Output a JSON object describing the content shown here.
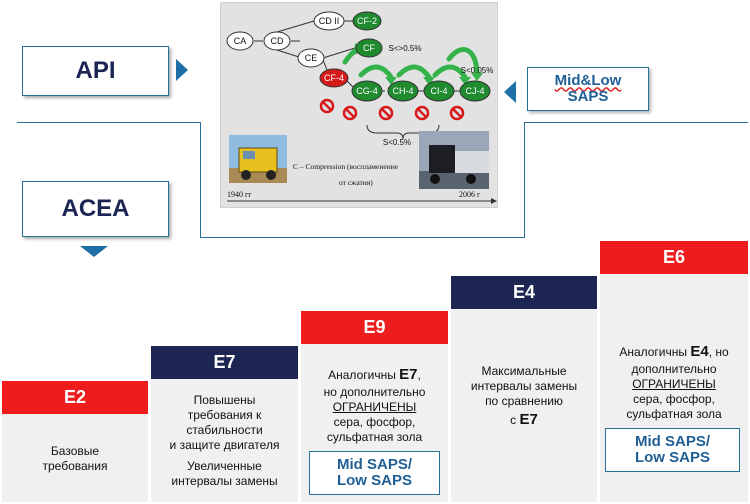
{
  "nav": {
    "api_label": "API",
    "acea_label": "ACEA",
    "mid_low_saps": {
      "line1": "Mid&Low",
      "line2": "SAPS"
    }
  },
  "picture": {
    "nodes": [
      {
        "label": "CA",
        "color": "#ffffff"
      },
      {
        "label": "CD",
        "color": "#ffffff"
      },
      {
        "label": "CD II",
        "color": "#ffffff"
      },
      {
        "label": "CE",
        "color": "#ffffff"
      },
      {
        "label": "CF-2",
        "color": "#1f8a2e"
      },
      {
        "label": "CF",
        "color": "#1f8a2e"
      },
      {
        "label": "CF-4",
        "color": "#d61a1a"
      },
      {
        "label": "CG-4",
        "color": "#1f8a2e"
      },
      {
        "label": "CH-4",
        "color": "#1f8a2e"
      },
      {
        "label": "CI-4",
        "color": "#1f8a2e"
      },
      {
        "label": "CJ-4",
        "color": "#1f8a2e"
      }
    ],
    "s_label_1": "S<>0.5%",
    "s_label_2": "S<0.05%",
    "s_label_3": "S<0.5%",
    "caption_line1": "C – Compression (воспламенение",
    "caption_line2": "от сжатия)",
    "year_start": "1940 гг",
    "year_end": "2006 г"
  },
  "columns": {
    "e2": {
      "title": "E2",
      "line1": "Базовые",
      "line2": "требования"
    },
    "e7": {
      "title": "E7",
      "p1_l1": "Повышены",
      "p1_l2": "требования к",
      "p1_l3": "стабильности",
      "p1_l4": "и защите двигателя",
      "p2_l1": "Увеличенные",
      "p2_l2": "интервалы замены"
    },
    "e9": {
      "title": "E9",
      "l1_pre": "Аналогичны",
      "l1_big": "E7",
      "l1_post": ",",
      "l2": "но дополнительно",
      "l3": "ОГРАНИЧЕНЫ",
      "l4": "сера, фосфор,",
      "l5": "сульфатная зола",
      "saps_l1": "Mid SAPS/",
      "saps_l2": "Low SAPS"
    },
    "e4": {
      "title": "E4",
      "l1": "Максимальные",
      "l2": "интервалы замены",
      "l3": "по сравнению",
      "l4_pre": "с",
      "l4_big": "E7"
    },
    "e6": {
      "title": "E6",
      "l1_pre": "Аналогичны",
      "l1_big": "E4",
      "l1_post": ", но",
      "l2": "дополнительно",
      "l3": "ОГРАНИЧЕНЫ",
      "l4": "сера, фосфор,",
      "l5": "сульфатная зола",
      "saps_l1": "Mid SAPS/",
      "saps_l2": "Low SAPS"
    }
  },
  "colors": {
    "accent_red": "#ee1c1c",
    "accent_navy": "#1d2652",
    "link_blue": "#1f5f95",
    "green": "#1f8a2e"
  }
}
